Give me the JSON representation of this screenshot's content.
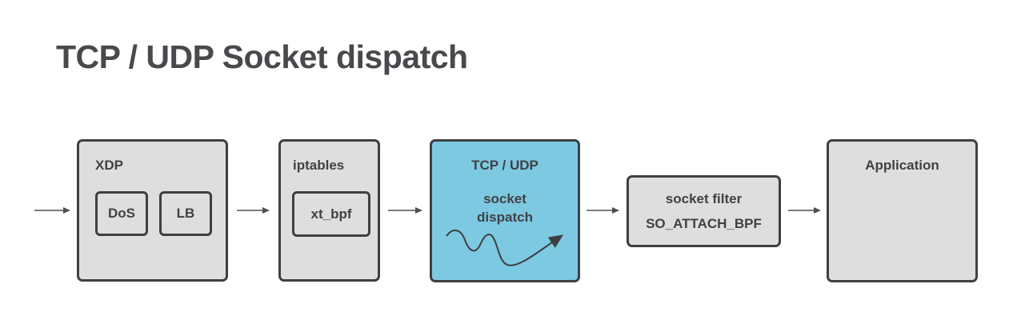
{
  "title": "TCP / UDP Socket dispatch",
  "colors": {
    "background": "#ffffff",
    "box_fill": "#dedede",
    "highlight_fill": "#7ec9e2",
    "border": "#3d4043",
    "text": "#3f4245",
    "title_color": "#47494c",
    "arrow": "#4d5052"
  },
  "nodes": {
    "xdp": {
      "label": "XDP",
      "children": [
        "DoS",
        "LB"
      ]
    },
    "iptables": {
      "label": "iptables",
      "children": [
        "xt_bpf"
      ]
    },
    "tcp_udp": {
      "label": "TCP / UDP",
      "line1": "socket",
      "line2": "dispatch"
    },
    "socket_filter": {
      "line1": "socket filter",
      "line2": "SO_ATTACH_BPF"
    },
    "application": {
      "label": "Application"
    }
  }
}
